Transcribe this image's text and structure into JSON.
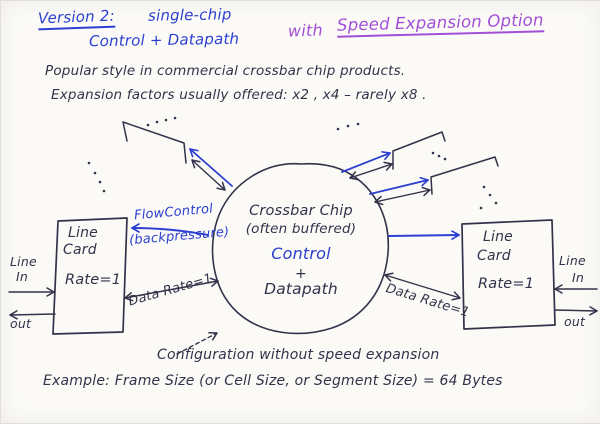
{
  "colors": {
    "ink": "#32324a",
    "blue": "#2b3fd0",
    "purple": "#a24fd8",
    "board": "#fbfaf7"
  },
  "title": {
    "version": "Version 2:",
    "subtitle1": "single-chip",
    "subtitle2": "Control + Datapath",
    "connector": "with",
    "highlight": "Speed Expansion Option"
  },
  "notes": [
    "Popular style in commercial crossbar chip products.",
    "Expansion factors usually offered:   x2 ,  x4   –  rarely  x8 ."
  ],
  "chip": {
    "name": "Crossbar Chip",
    "buffered": "(often buffered)",
    "control": "Control",
    "plus": "+",
    "datapath": "Datapath"
  },
  "left_card": {
    "title1": "Line",
    "title2": "Card",
    "rate": "Rate=1"
  },
  "right_card": {
    "title1": "Line",
    "title2": "Card",
    "rate": "Rate=1"
  },
  "io": {
    "left_in1": "Line",
    "left_in2": "In",
    "left_out": "out",
    "right_in1": "Line",
    "right_in2": "In",
    "right_out": "out"
  },
  "links": {
    "flow_control": "FlowControl",
    "backpressure": "(backpressure)",
    "data_rate_left": "Data Rate=1",
    "data_rate_right": "Data Rate=1"
  },
  "captions": {
    "config": "Configuration without speed expansion",
    "example": "Example:   Frame Size (or Cell Size, or Segment Size)  =  64 Bytes"
  }
}
